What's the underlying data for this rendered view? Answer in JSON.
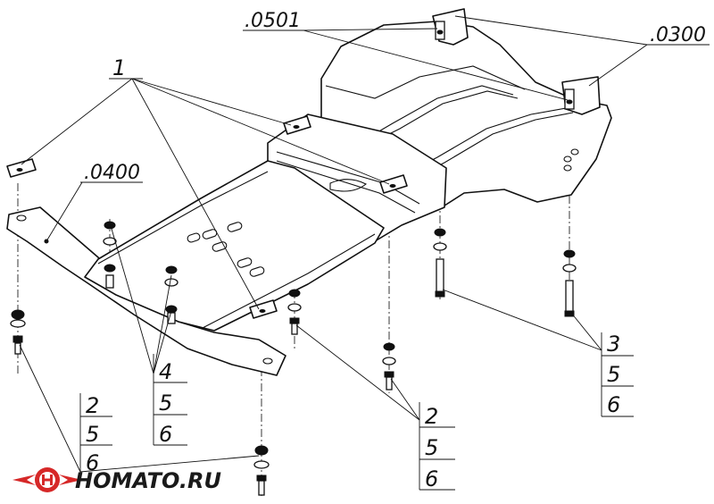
{
  "callouts": {
    "part_0501": ".0501",
    "part_0300": ".0300",
    "part_0400": ".0400",
    "item_1": "1",
    "item_3": "3",
    "item_4": "4",
    "item_2_center": "2",
    "item_2_left": "2",
    "item_5": "5",
    "item_6": "6"
  },
  "logo": {
    "text": "HOMATO.RU",
    "accent_color": "#d62828"
  }
}
